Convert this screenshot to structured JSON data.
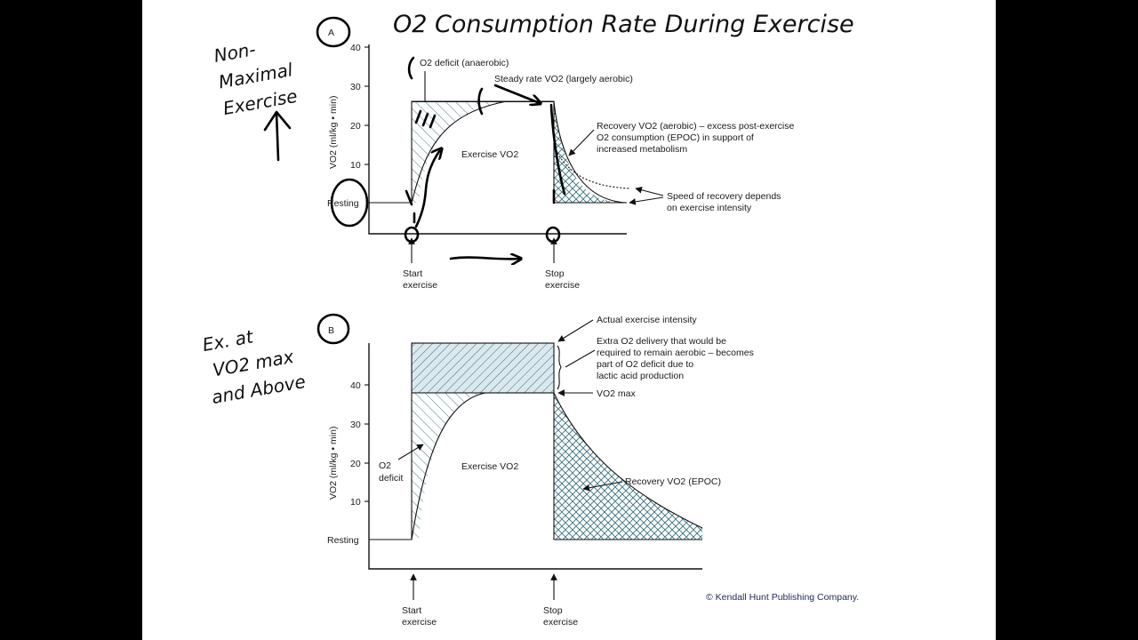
{
  "handwritten": {
    "title": "O2 Consumption Rate During Exercise",
    "non_maximal": "Non-Maximal Exercise",
    "vo2max": "Ex. at VO2 max and Above",
    "label_a": "A",
    "label_b": "B"
  },
  "panel_a": {
    "y_axis_label": "VO2 (ml/kg • min)",
    "y_ticks": [
      "40",
      "30",
      "20",
      "10"
    ],
    "resting": "Resting",
    "start": [
      "Start",
      "exercise"
    ],
    "stop": [
      "Stop",
      "exercise"
    ],
    "deficit": "O2 deficit (anaerobic)",
    "steady": "Steady rate VO2 (largely aerobic)",
    "exercise_vo2": "Exercise VO2",
    "recovery": [
      "Recovery VO2 (aerobic) – excess post-exercise",
      "O2 consumption (EPOC) in support of",
      "increased metabolism"
    ],
    "speed": [
      "Speed of recovery depends",
      "on exercise intensity"
    ]
  },
  "panel_b": {
    "y_axis_label": "VO2 (ml/kg • min)",
    "y_ticks": [
      "40",
      "30",
      "20",
      "10"
    ],
    "resting": "Resting",
    "start": [
      "Start",
      "exercise"
    ],
    "stop": [
      "Stop",
      "exercise"
    ],
    "actual": "Actual exercise intensity",
    "extra": [
      "Extra O2 delivery that would be",
      "required to remain aerobic – becomes",
      "part of O2 deficit due to",
      "lactic acid production"
    ],
    "vo2max_label": "VO2 max",
    "deficit": [
      "O2",
      "deficit"
    ],
    "exercise_vo2": "Exercise VO2",
    "recovery": "Recovery VO2 (EPOC)"
  },
  "credit": "© Kendall Hunt Publishing Company.",
  "colors": {
    "hatch": "#2f6b78",
    "fill": "#d8e7ee",
    "ink": "#000000"
  }
}
